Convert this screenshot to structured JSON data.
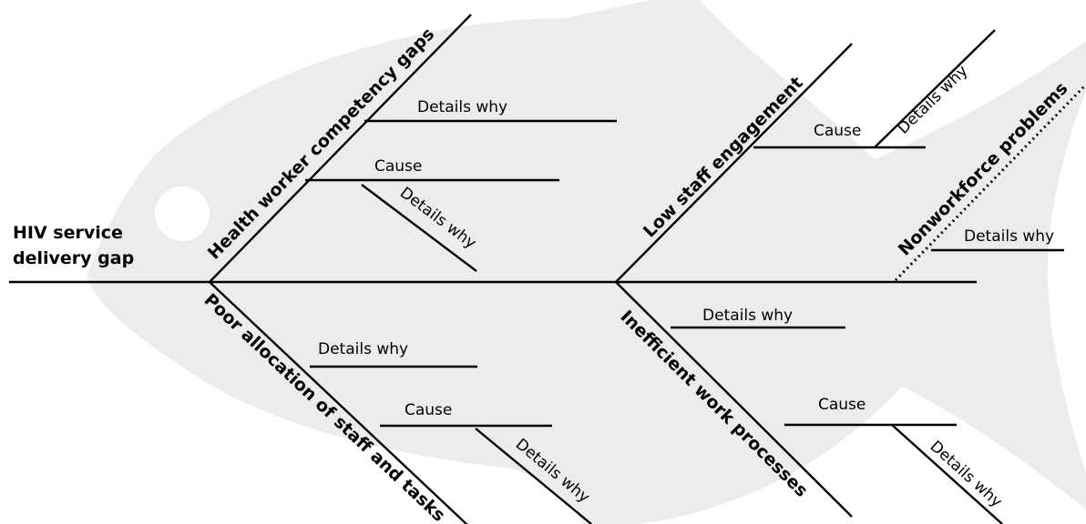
{
  "head": {
    "line1": "HIV service",
    "line2": "delivery gap"
  },
  "bones": {
    "health": "Health worker competency gaps",
    "poor": "Poor allocation of staff and tasks",
    "low": "Low staff engagement",
    "ineff": "Inefficient work processes",
    "nonwork": "Nonworkforce problems"
  },
  "labels": {
    "h_details": "Details why",
    "h_cause": "Cause",
    "h_cause_details": "Details why",
    "p_details": "Details why",
    "p_cause": "Cause",
    "p_cause_details": "Details why",
    "l_cause": "Cause",
    "l_cause_details": "Details why",
    "i_details": "Details why",
    "i_cause": "Cause",
    "i_cause_details": "Details why",
    "n_details": "Details why"
  },
  "colors": {
    "fish_body": "#ececec",
    "eye": "#ffffff",
    "lines": "#000000"
  }
}
